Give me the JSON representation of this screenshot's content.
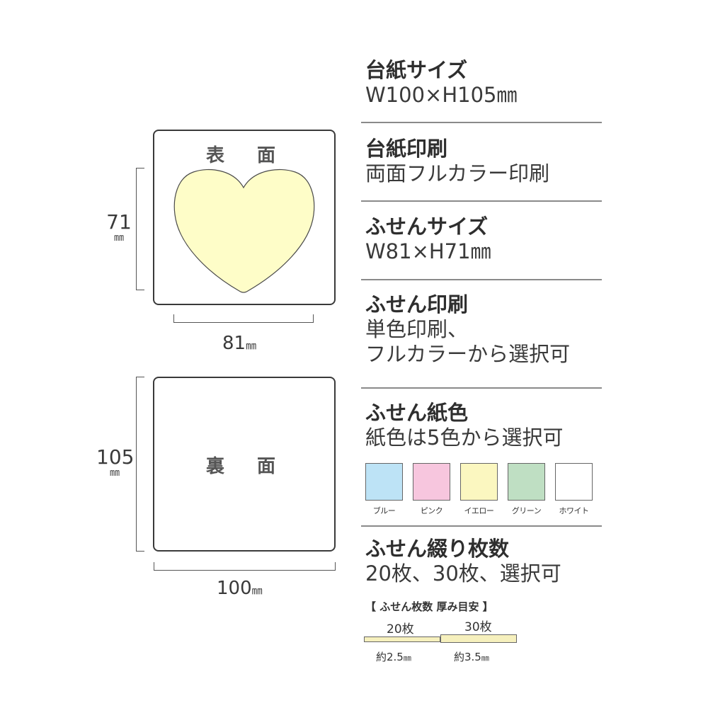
{
  "front": {
    "title": "表　面",
    "heart_color": "#fefdc8",
    "height_value": "71",
    "height_unit": "㎜",
    "width_value": "81",
    "width_unit": "㎜"
  },
  "back": {
    "title": "裏　面",
    "height_value": "105",
    "height_unit": "㎜",
    "width_value": "100",
    "width_unit": "㎜"
  },
  "specs": {
    "mount_size": {
      "heading": "台紙サイズ",
      "value": "W100×H105㎜"
    },
    "mount_print": {
      "heading": "台紙印刷",
      "value": "両面フルカラー印刷"
    },
    "note_size": {
      "heading": "ふせんサイズ",
      "value": "W81×H71㎜"
    },
    "note_print": {
      "heading": "ふせん印刷",
      "value_line1": "単色印刷、",
      "value_line2": "フルカラーから選択可"
    },
    "note_color": {
      "heading": "ふせん紙色",
      "value": "紙色は5色から選択可",
      "swatches": [
        {
          "label": "ブルー",
          "color": "#bde3f6"
        },
        {
          "label": "ピンク",
          "color": "#f7c6de"
        },
        {
          "label": "イエロー",
          "color": "#fbf7c0"
        },
        {
          "label": "グリーン",
          "color": "#bfdfc3"
        },
        {
          "label": "ホワイト",
          "color": "#ffffff"
        }
      ]
    },
    "note_count": {
      "heading": "ふせん綴り枚数",
      "value": "20枚、30枚、選択可",
      "thickness_title": "【 ふせん枚数 厚み目安 】",
      "stacks": [
        {
          "label": "20枚",
          "thickness": "約2.5",
          "unit": "㎜"
        },
        {
          "label": "30枚",
          "thickness": "約3.5",
          "unit": "㎜"
        }
      ]
    }
  }
}
